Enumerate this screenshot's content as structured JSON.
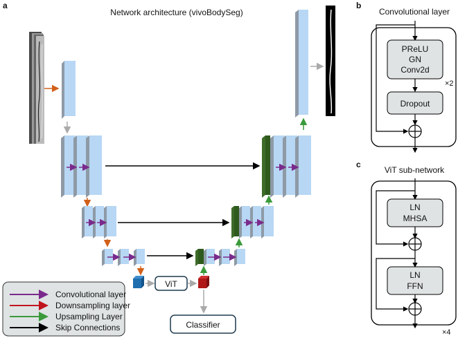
{
  "panels": {
    "a": {
      "letter": "a",
      "title": "Network architecture (vivoBodySeg)",
      "vit_label": "ViT",
      "classifier_label": "Classifier",
      "legend": [
        {
          "label": "Convolutional layer",
          "color": "#7a2a8c"
        },
        {
          "label": "Downsampling layer",
          "color": "#c0141c"
        },
        {
          "label": "Upsampling Layer",
          "color": "#3a9a3a"
        },
        {
          "label": "Skip Connections",
          "color": "#000000"
        }
      ]
    },
    "b": {
      "letter": "b",
      "title": "Convolutional layer",
      "block1_lines": [
        "PReLU",
        "GN",
        "Conv2d"
      ],
      "block2_label": "Dropout",
      "repeat_label": "×2"
    },
    "c": {
      "letter": "c",
      "title": "ViT sub-network",
      "block1_lines": [
        "LN",
        "MHSA"
      ],
      "block2_lines": [
        "LN",
        "FFN"
      ],
      "repeat_label": "×4"
    }
  },
  "colors": {
    "conv": "#7a2a8c",
    "down": "#d2601a",
    "up": "#3a9a3a",
    "skip": "#000000",
    "flow": "#aaaaaa",
    "feature_front": "#b7d7f4",
    "feature_side": "#8e9aa6",
    "upsample_block": "#3d6b2a",
    "vit_in_block": "#1f6eb0",
    "vit_out_block": "#b01818",
    "module_fill": "#dfe3e4"
  }
}
